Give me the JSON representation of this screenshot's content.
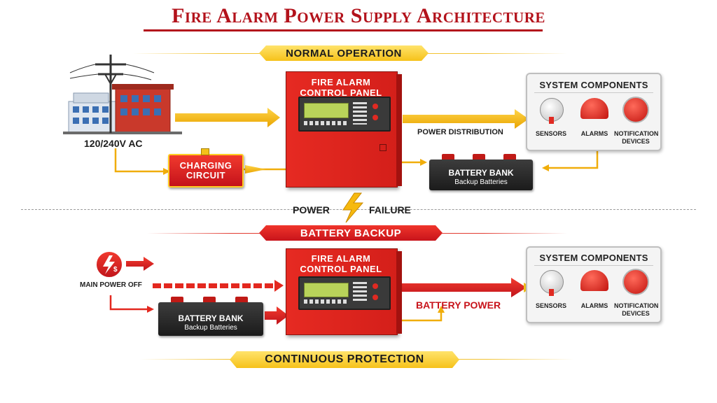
{
  "title": "Fire Alarm Power Supply Architecture",
  "normal_banner": "NORMAL OPERATION",
  "backup_banner": "BATTERY BACKUP",
  "continuous_banner": "CONTINUOUS PROTECTION",
  "power_failure": {
    "left": "POWER",
    "right": "FAILURE"
  },
  "ac_label": "120/240V AC",
  "charging_circuit": "CHARGING\nCIRCUIT",
  "panel_label": "FIRE ALARM\nCONTROL PANEL",
  "power_distribution": "POWER DISTRIBUTION",
  "battery_bank": {
    "title": "BATTERY BANK",
    "subtitle": "Backup Batteries"
  },
  "main_power_off": "MAIN POWER OFF",
  "battery_power": "BATTERY POWER",
  "components": {
    "title": "SYSTEM COMPONENTS",
    "items": [
      "SENSORS",
      "ALARMS",
      "NOTIFICATION\nDEVICES"
    ]
  },
  "colors": {
    "red": "#d8231e",
    "dark_red": "#b3121b",
    "yellow": "#f4c21a",
    "gold_arrow": "#f2b40c"
  },
  "icons": [
    "building-icon",
    "power-pole-icon",
    "power-off-icon",
    "lightning-icon",
    "sensor-icon",
    "alarm-icon",
    "notification-device-icon"
  ]
}
